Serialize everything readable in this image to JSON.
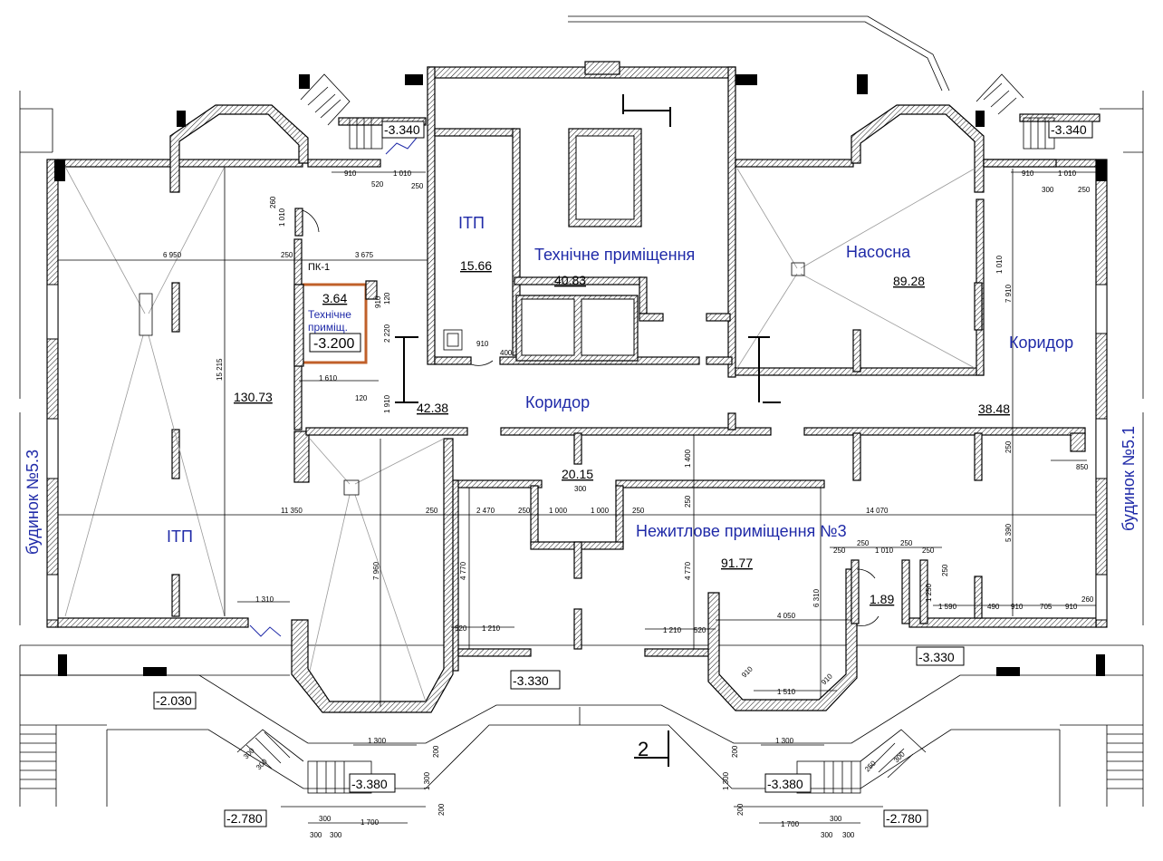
{
  "rooms": {
    "itp_top": {
      "name": "ІТП",
      "area": "15.66"
    },
    "tech_room": {
      "name": "Технічне приміщення",
      "area": "40.83"
    },
    "pump_room": {
      "name": "Насосна",
      "area": "89.28"
    },
    "corridor_right": {
      "name": "Коридор",
      "area": "38.48"
    },
    "corridor_center": {
      "name": "Коридор",
      "area": "42.38"
    },
    "corridor_small_area": "20.15",
    "tech_small": {
      "name_line1": "Технічне",
      "name_line2": "приміщ.",
      "area": "3.64",
      "level": "-3.200",
      "tag": "ПК-1"
    },
    "itp_left": {
      "name": "ІТП",
      "area": "130.73"
    },
    "nonresidential": {
      "name": "Нежитлове приміщення №3",
      "area": "91.77"
    },
    "small_right_area": "1.89"
  },
  "buildings": {
    "left": "будинок №5.3",
    "right": "будинок №5.1"
  },
  "levels": {
    "top_left": "-3.340",
    "top_right": "-3.340",
    "bottom_center": "-3.330",
    "bottom_right": "-3.330",
    "left_outside": "-2.030",
    "stair_left": "-3.380",
    "stair_right": "-3.380",
    "corner_left": "-2.780",
    "corner_right": "-2.780"
  },
  "section_mark": "2",
  "dimensions": {
    "d6950": "6 950",
    "d250a": "250",
    "d3675": "3 675",
    "d910a": "910",
    "d520a": "520",
    "d1010a": "1 010",
    "d250b": "250",
    "d260a": "260",
    "d1010b": "1 010",
    "d15215": "15 215",
    "d1610": "1 610",
    "d120a": "120",
    "d120b": "120",
    "d2220": "2 220",
    "d1910": "1 910",
    "d910b": "910",
    "d400": "400",
    "d1400": "1 400",
    "d300a": "300",
    "d11350": "11 350",
    "d250c": "250",
    "d2470": "2 470",
    "d250d": "250",
    "d1000a": "1 000",
    "d1000b": "1 000",
    "d250e": "250",
    "d250f": "250",
    "d14070": "14 070",
    "d4770a": "4 770",
    "d4770b": "4 770",
    "d7960": "7 960",
    "d1310": "1 310",
    "d520b": "520",
    "d1210a": "1 210",
    "d1210b": "1 210",
    "d520c": "520",
    "d4050": "4 050",
    "d6310": "6 310",
    "d910c": "910",
    "d910d": "910",
    "d1510": "1 510",
    "d7910": "7 910",
    "d1010c": "1 010",
    "d250g": "250",
    "d850": "850",
    "d5390": "5 390",
    "d910e": "910",
    "d300b": "300",
    "d1010d": "1 010",
    "d250h": "250",
    "d250i": "250",
    "d250j": "250",
    "d1010e": "1 010",
    "d250k": "250",
    "d250l": "250",
    "d250m": "250",
    "d1250": "1 250",
    "d1590": "1 590",
    "d490": "490",
    "d910f": "910",
    "d705": "705",
    "d910g": "910",
    "d260b": "260",
    "d1300a": "1 300",
    "d200a": "200",
    "d1300b": "1 300",
    "d200b": "200",
    "d1300c": "1 300",
    "d200c": "200",
    "d1300d": "1 300",
    "d200d": "200",
    "d1700a": "1 700",
    "d300c": "300",
    "d300d": "300",
    "d300e": "300",
    "d1700b": "1 700",
    "d300f": "300",
    "d300g": "300",
    "d300h": "300",
    "d300i": "300",
    "d300j": "300",
    "d250n": "250",
    "d300k": "300",
    "d910h": "910"
  }
}
